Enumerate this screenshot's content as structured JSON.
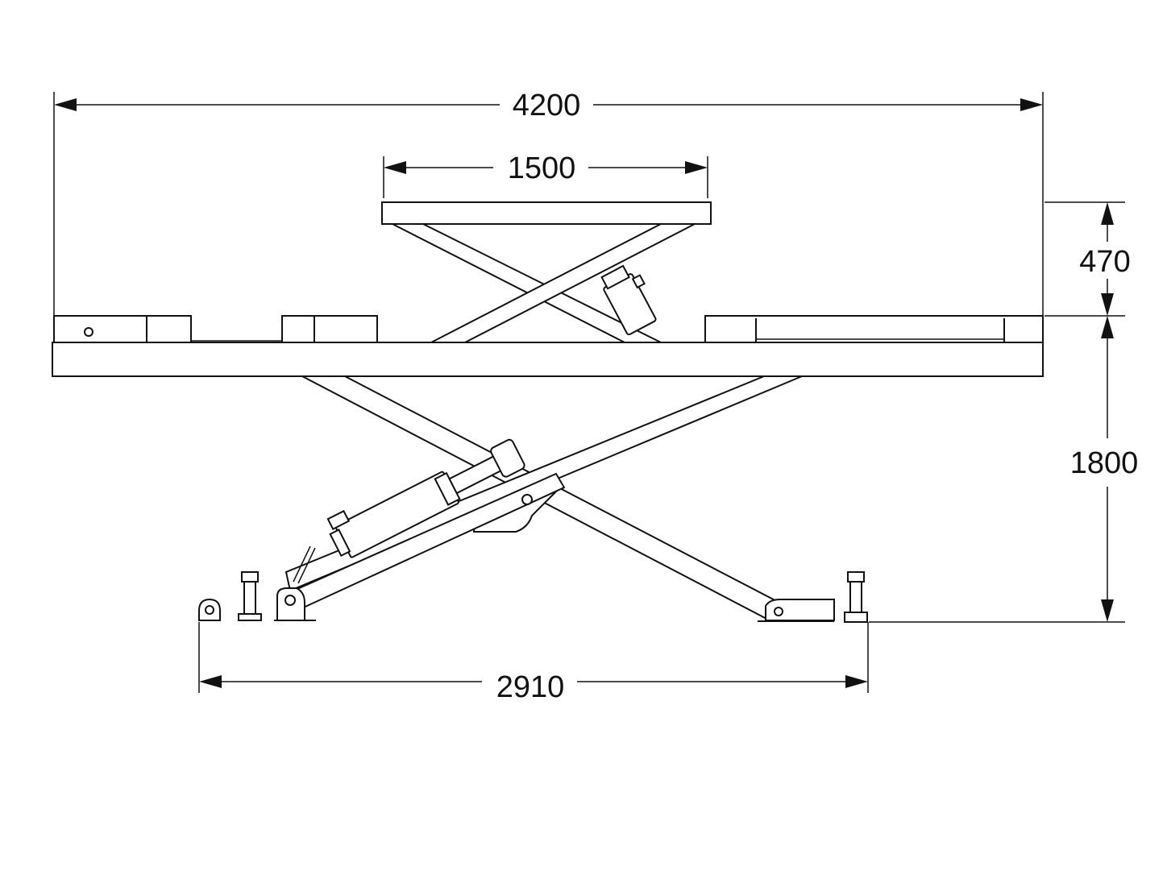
{
  "dimensions": {
    "overall_length": "4200",
    "upper_platform_length": "1500",
    "upper_lift_height": "470",
    "main_lift_height": "1800",
    "base_length": "2910"
  },
  "colors": {
    "stroke": "#111111",
    "background": "#ffffff"
  }
}
